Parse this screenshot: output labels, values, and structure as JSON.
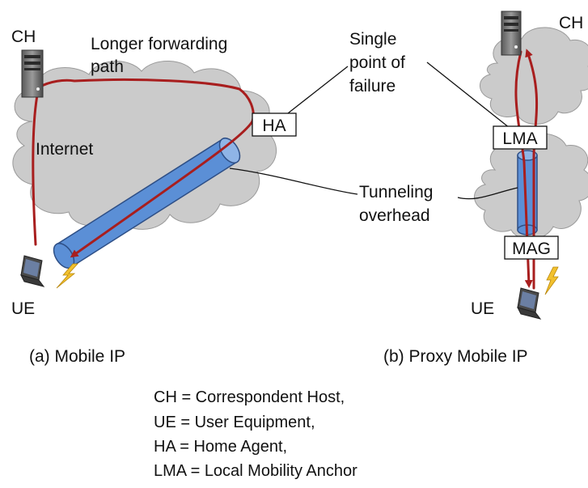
{
  "colors": {
    "cloud_fill": "#cbcbcb",
    "cloud_stroke": "#9a9a9a",
    "tunnel_fill": "#5b8fd6",
    "tunnel_stroke": "#2e4f86",
    "path": "#a81e1e"
  },
  "panel_a": {
    "ch_label": "CH",
    "forwarding_label_line1": "Longer forwarding",
    "forwarding_label_line2": "path",
    "internet_label": "Internet",
    "ha_label": "HA",
    "ue_label": "UE",
    "caption": "(a) Mobile IP"
  },
  "panel_b": {
    "ch_label": "CH",
    "lma_label": "LMA",
    "mag_label": "MAG",
    "ue_label": "UE",
    "caption": "(b) Proxy Mobile IP"
  },
  "callouts": {
    "spof_line1": "Single",
    "spof_line2": "point of",
    "spof_line3": "failure",
    "tunnel_line1": "Tunneling",
    "tunnel_line2": "overhead"
  },
  "legend": [
    "CH = Correspondent Host,",
    "UE = User Equipment,",
    "HA = Home Agent,",
    "LMA = Local Mobility Anchor"
  ],
  "icons": {
    "server": "server-icon",
    "laptop": "laptop-icon",
    "wireless": "lightning-icon"
  }
}
